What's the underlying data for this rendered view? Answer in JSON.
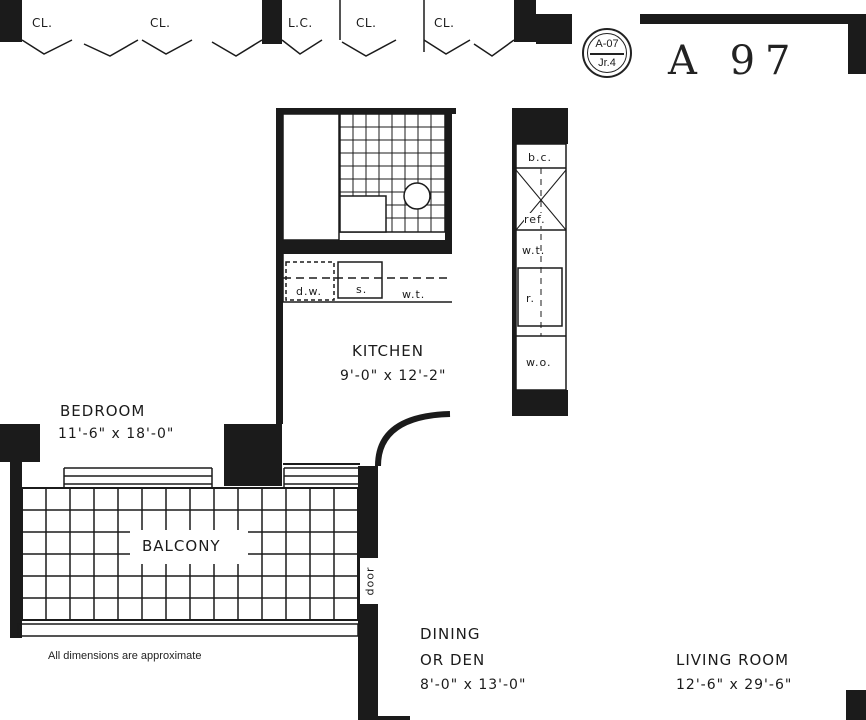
{
  "unit_badge": {
    "top": "A-07",
    "bottom": "Jr.4"
  },
  "handwritten_note": "A 97",
  "closets": [
    "CL.",
    "CL.",
    "L.C.",
    "CL.",
    "CL."
  ],
  "rooms": {
    "kitchen": {
      "name": "KITCHEN",
      "dims": "9'-0\" x 12'-2\""
    },
    "bedroom": {
      "name": "BEDROOM",
      "dims": "11'-6\" x 18'-0\""
    },
    "balcony": {
      "name": "BALCONY"
    },
    "dining": {
      "name_line1": "DINING",
      "name_line2": "OR DEN",
      "dims": "8'-0\" x 13'-0\""
    },
    "living": {
      "name": "LIVING ROOM",
      "dims": "12'-6\" x 29'-6\""
    }
  },
  "kitchen_fixtures": {
    "dishwasher": "d.w.",
    "sink": "s.",
    "counter": "w.t."
  },
  "wall_fixtures": {
    "bc": "b.c.",
    "refrigerator": "ref.",
    "counter": "w.t.",
    "range": "r.",
    "oven": "w.o."
  },
  "door_label": "door",
  "footnote": "All dimensions are approximate",
  "colors": {
    "wall": "#1b1b1b",
    "background": "#ffffff"
  }
}
